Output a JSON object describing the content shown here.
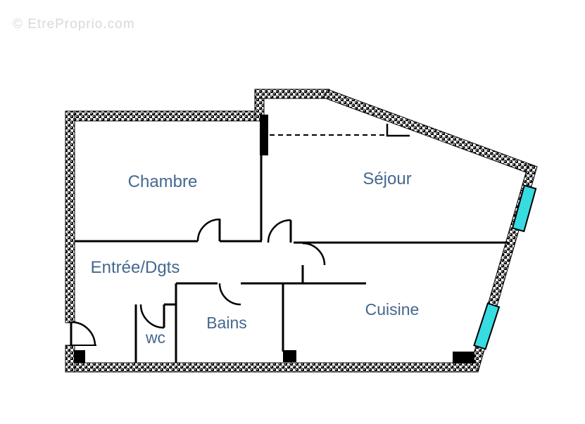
{
  "watermark": {
    "text": "© EtreProprio.com"
  },
  "colors": {
    "label": "#44688e",
    "window": "#37dce1",
    "watermark": "#d9d9d9",
    "wall": "#000000"
  },
  "rooms": {
    "chambre": {
      "label": "Chambre"
    },
    "sejour": {
      "label": "Séjour"
    },
    "entree": {
      "label": "Entrée/Dgts"
    },
    "wc": {
      "label": "wc"
    },
    "bains": {
      "label": "Bains"
    },
    "cuisine": {
      "label": "Cuisine"
    }
  }
}
